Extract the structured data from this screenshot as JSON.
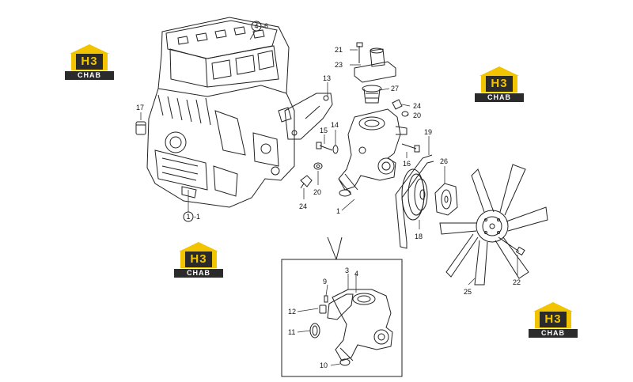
{
  "watermark": {
    "mark": "H3",
    "caption": "CHAB"
  },
  "callouts": {
    "c4_6": {
      "num": "4",
      "suffix": "-6"
    },
    "c1_1": {
      "num": "1",
      "suffix": "-1"
    },
    "c21": "21",
    "c23": "23",
    "c27": "27",
    "c13": "13",
    "c24a": "24",
    "c20a": "20",
    "c17": "17",
    "c15": "15",
    "c14": "14",
    "c19": "19",
    "c16": "16",
    "c26": "26",
    "c20b": "20",
    "c24b": "24",
    "c1": "1",
    "c18": "18",
    "c22": "22",
    "c25": "25",
    "c3": "3",
    "c4": "4",
    "c9": "9",
    "c12": "12",
    "c11": "11",
    "c10": "10"
  }
}
